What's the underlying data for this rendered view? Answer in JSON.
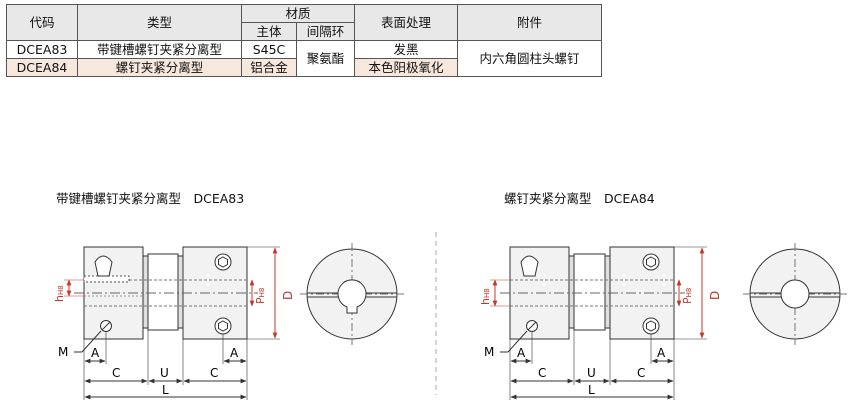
{
  "table": {
    "headers": {
      "code": "代码",
      "type": "类型",
      "material": "材质",
      "body": "主体",
      "spacer": "间隔环",
      "surface": "表面处理",
      "accessory": "附件"
    },
    "rows": [
      {
        "code": "DCEA83",
        "type": "带键槽螺钉夹紧分离型",
        "body": "S45C",
        "surface": "发黑"
      },
      {
        "code": "DCEA84",
        "type": "螺钉夹紧分离型",
        "body": "铝合金",
        "surface": "本色阳极氧化"
      }
    ],
    "spacer_shared": "聚氨酯",
    "accessory_shared": "内六角圆柱头螺钉"
  },
  "drawings": [
    {
      "title": "带键槽螺钉夹紧分离型　DCEA83",
      "labels": {
        "h": "h",
        "h_sub": "H8",
        "p": "P",
        "p_sub": "H8",
        "d": "D",
        "m": "M",
        "a": "A",
        "c": "C",
        "u": "U",
        "l": "L"
      }
    },
    {
      "title": "螺钉夹紧分离型　DCEA84",
      "labels": {
        "h": "h",
        "h_sub": "H8",
        "p": "P",
        "p_sub": "H8",
        "d": "D",
        "m": "M",
        "a": "A",
        "c": "C",
        "u": "U",
        "l": "L"
      }
    }
  ],
  "colors": {
    "line": "#333333",
    "dim_red": "#c0392b",
    "header_bg": "#e8e8e8",
    "highlight_bg": "#f6e8dc"
  }
}
